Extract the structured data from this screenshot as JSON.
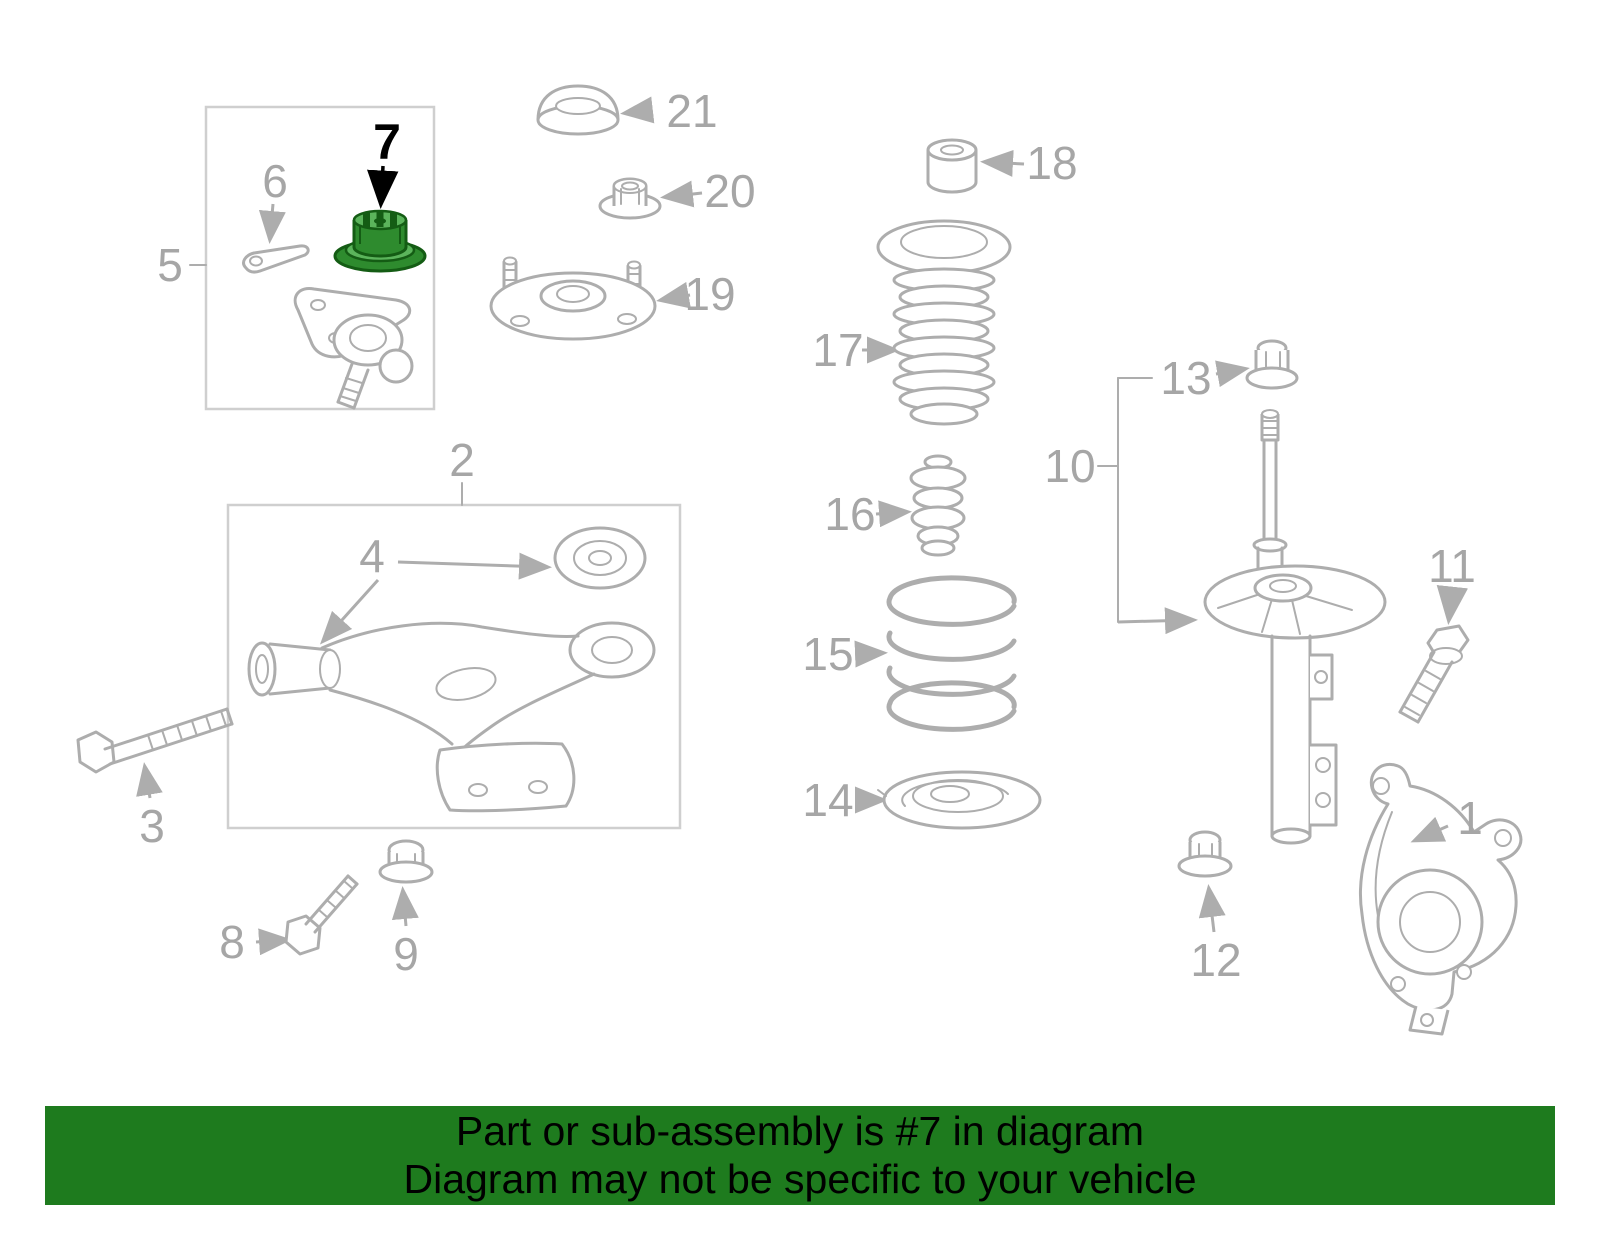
{
  "figure": {
    "highlighted_callout": "7"
  },
  "colors": {
    "background": "#ffffff",
    "line": "#adadad",
    "box_border": "#cfcfcf",
    "label": "#a6a6a6",
    "callout_highlight": "#000000",
    "highlight_fill": "#2e8b2e",
    "highlight_fill_light": "#5bb45b",
    "highlight_stroke": "#145c14",
    "banner_bg": "#1e7b1e",
    "banner_text": "#000000"
  },
  "callouts": [
    {
      "label": "1"
    },
    {
      "label": "2"
    },
    {
      "label": "3"
    },
    {
      "label": "4"
    },
    {
      "label": "5"
    },
    {
      "label": "6"
    },
    {
      "label": "7"
    },
    {
      "label": "8"
    },
    {
      "label": "9"
    },
    {
      "label": "10"
    },
    {
      "label": "11"
    },
    {
      "label": "12"
    },
    {
      "label": "13"
    },
    {
      "label": "14"
    },
    {
      "label": "15"
    },
    {
      "label": "16"
    },
    {
      "label": "17"
    },
    {
      "label": "18"
    },
    {
      "label": "19"
    },
    {
      "label": "20"
    },
    {
      "label": "21"
    }
  ],
  "banner": {
    "line1": "Part or sub-assembly is #7 in diagram",
    "line2": "Diagram may not be specific to your vehicle"
  }
}
